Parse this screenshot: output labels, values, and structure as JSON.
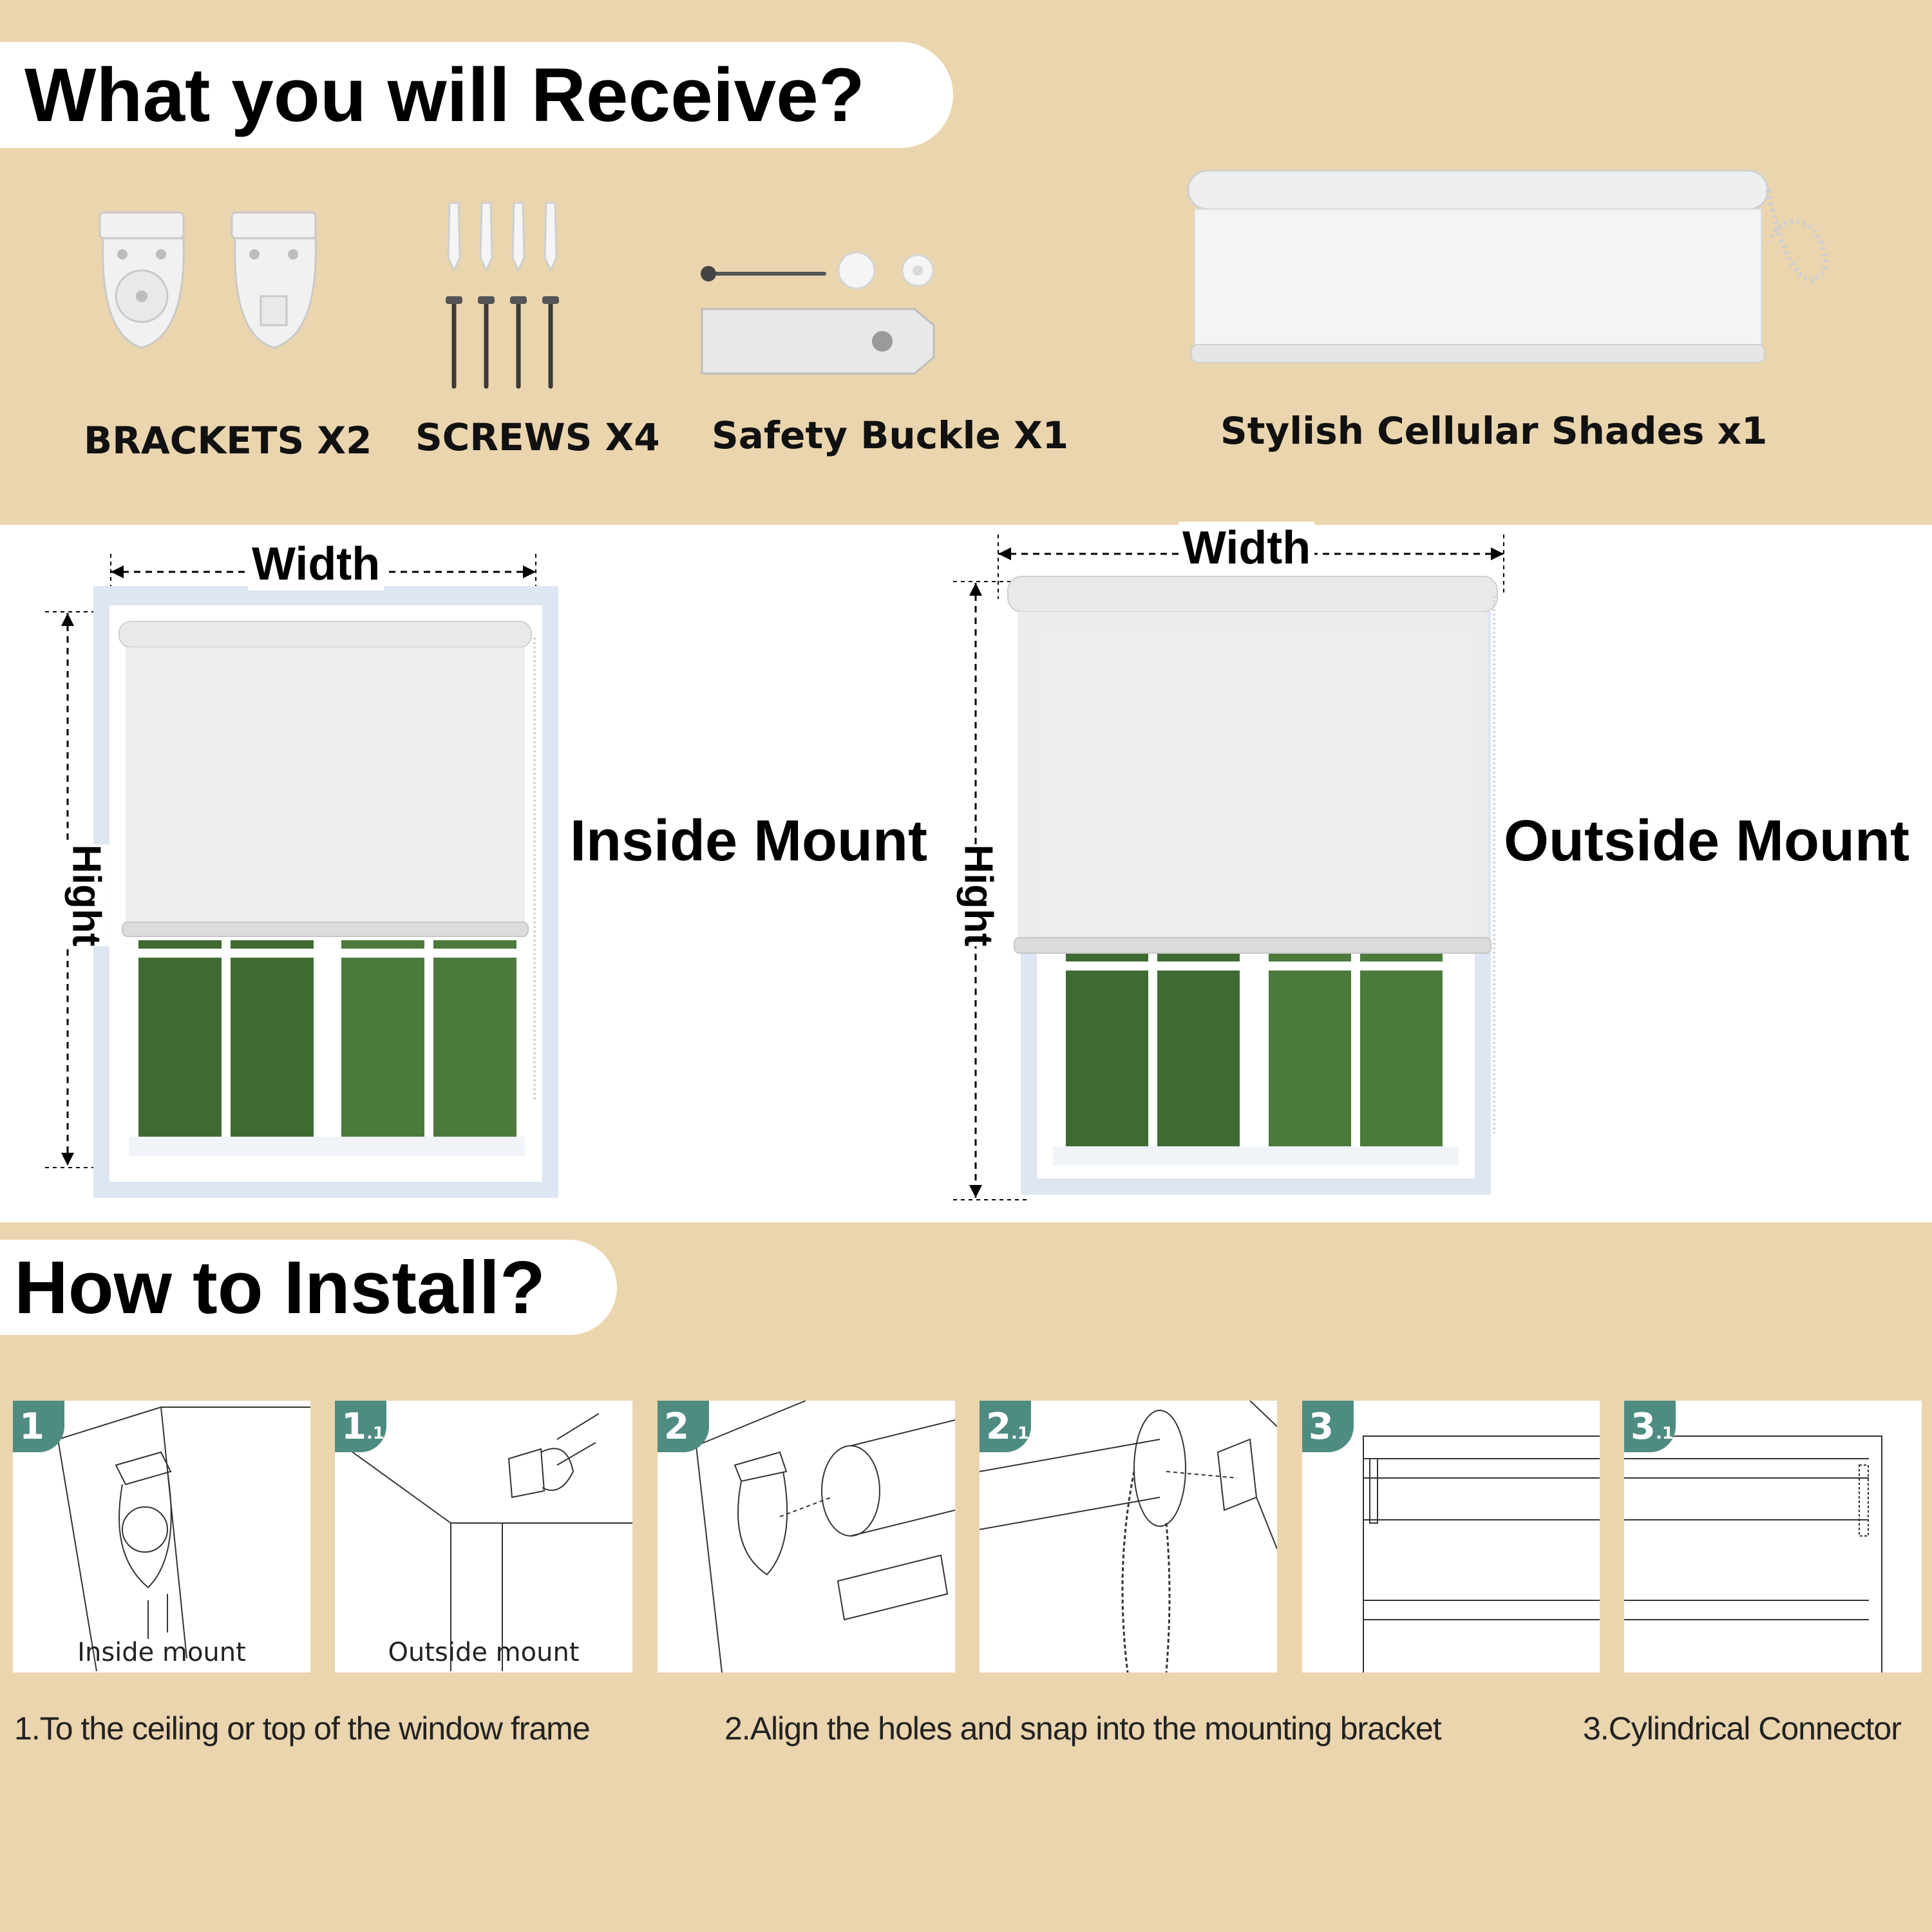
{
  "receive": {
    "title": "What you will Receive?",
    "items": [
      {
        "label": "BRACKETS X2"
      },
      {
        "label": "SCREWS X4"
      },
      {
        "label": "Safety Buckle X1"
      },
      {
        "label": "Stylish Cellular Shades x1"
      }
    ]
  },
  "mounts": {
    "inside": {
      "label": "Inside Mount",
      "width_label": "Width",
      "height_label": "Hight"
    },
    "outside": {
      "label": "Outside Mount",
      "width_label": "Width",
      "height_label": "Hight"
    }
  },
  "install": {
    "title": "How to Install?",
    "steps": [
      {
        "badge": "1",
        "sub": "",
        "caption": "Inside mount"
      },
      {
        "badge": "1",
        "sub": ".1",
        "caption": "Outside mount"
      },
      {
        "badge": "2",
        "sub": "",
        "caption": ""
      },
      {
        "badge": "2",
        "sub": ".1",
        "caption": ""
      },
      {
        "badge": "3",
        "sub": "",
        "caption": ""
      },
      {
        "badge": "3",
        "sub": ".1",
        "caption": ""
      }
    ],
    "instructions": [
      "1.To the ceiling or top of the window frame",
      "2.Align the holes and snap into the mounting bracket",
      "3.Cylindrical Connector"
    ]
  },
  "colors": {
    "background": "#EAD5AE",
    "badge": "#4E8C82",
    "band": "#FFFFFF"
  }
}
